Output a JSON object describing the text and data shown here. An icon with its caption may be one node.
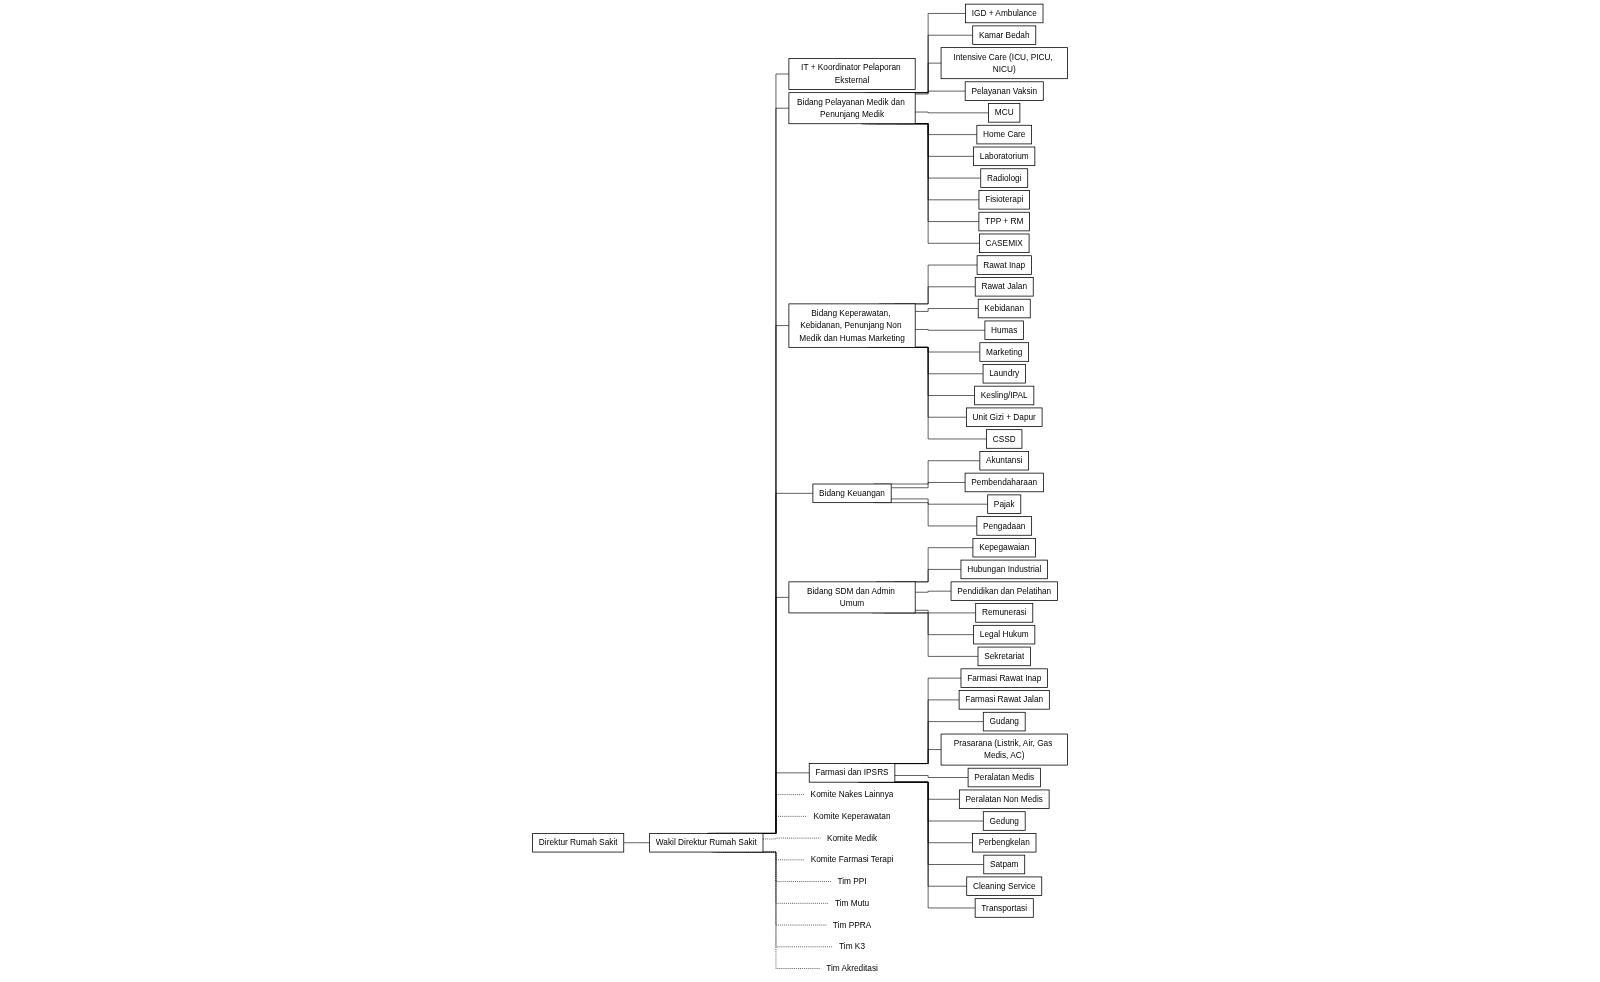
{
  "diagram": {
    "nodes": [
      {
        "text": [
          "Direktur Rumah Sakit"
        ]
      },
      {
        "text": [
          "Wakil Direktur Rumah Sakit"
        ]
      },
      {
        "text": [
          "IT + Koordinator Pelaporan Eksternal"
        ]
      },
      {
        "text": [
          "Bidang Pelayanan Medik dan Penunjang Medik"
        ]
      },
      {
        "text": [
          "Bidang Keperawatan, Kebidanan, Penunjang Non Medik dan Humas Marketing"
        ]
      },
      {
        "text": [
          "Bidang Keuangan"
        ]
      },
      {
        "text": [
          "Bidang SDM dan Admin Umum"
        ]
      },
      {
        "text": [
          "Farmasi dan IPSRS"
        ]
      },
      {
        "text": [
          "IGD + Ambulance"
        ]
      },
      {
        "text": [
          "Kamar Bedah"
        ]
      },
      {
        "text": [
          "Intensive Care (ICU, PICU, NICU)"
        ]
      },
      {
        "text": [
          "Pelayanan Vaksin"
        ]
      },
      {
        "text": [
          "MCU"
        ]
      },
      {
        "text": [
          "Home Care"
        ]
      },
      {
        "text": [
          "Laboratorium"
        ]
      },
      {
        "text": [
          "Radiologi"
        ]
      },
      {
        "text": [
          "Fisioterapi"
        ]
      },
      {
        "text": [
          "TPP + RM"
        ]
      },
      {
        "text": [
          "CASEMIX"
        ]
      },
      {
        "text": [
          "Rawat Inap"
        ]
      },
      {
        "text": [
          "Rawat Jalan"
        ]
      },
      {
        "text": [
          "Kebidanan"
        ]
      },
      {
        "text": [
          "Humas"
        ]
      },
      {
        "text": [
          "Marketing"
        ]
      },
      {
        "text": [
          "Laundry"
        ]
      },
      {
        "text": [
          "Kesling/IPAL"
        ]
      },
      {
        "text": [
          "Unit Gizi + Dapur"
        ]
      },
      {
        "text": [
          "CSSD"
        ]
      },
      {
        "text": [
          "Akuntansi"
        ]
      },
      {
        "text": [
          "Pembendaharaan"
        ]
      },
      {
        "text": [
          "Pajak"
        ]
      },
      {
        "text": [
          "Pengadaan"
        ]
      },
      {
        "text": [
          "Kepegawaian"
        ]
      },
      {
        "text": [
          "Hubungan Industrial"
        ]
      },
      {
        "text": [
          "Pendidikan dan Pelatihan"
        ]
      },
      {
        "text": [
          "Remunerasi"
        ]
      },
      {
        "text": [
          "Legal Hukum"
        ]
      },
      {
        "text": [
          "Sekretariat"
        ]
      },
      {
        "text": [
          "Farmasi Rawat Inap"
        ]
      },
      {
        "text": [
          "Farmasi Rawat Jalan"
        ]
      },
      {
        "text": [
          "Gudang"
        ]
      },
      {
        "text": [
          "Prasarana (Listrik, Air, Gas Medis, AC)"
        ]
      },
      {
        "text": [
          "Peralatan Medis"
        ]
      },
      {
        "text": [
          "Peralatan Non Medis"
        ]
      },
      {
        "text": [
          "Gedung"
        ]
      },
      {
        "text": [
          "Perbengkelan"
        ]
      },
      {
        "text": [
          "Satpam"
        ]
      },
      {
        "text": [
          "Cleaning Service"
        ]
      },
      {
        "text": [
          "Transportasi"
        ]
      },
      {
        "text": [
          "Komite Nakes Lainnya"
        ]
      },
      {
        "text": [
          "Komite Keperawatan"
        ]
      },
      {
        "text": [
          "Komite Medik"
        ]
      },
      {
        "text": [
          "Komite Farmasi Terapi"
        ]
      },
      {
        "text": [
          "Tim PPI"
        ]
      },
      {
        "text": [
          "Tim Mutu"
        ]
      },
      {
        "text": [
          "Tim PPRA"
        ]
      },
      {
        "text": [
          "Tim K3"
        ]
      },
      {
        "text": [
          "Tim Akreditasi"
        ]
      }
    ],
    "edges": [
      {
        "from": 0,
        "to": 1,
        "arrow": "none"
      },
      {
        "from": 1,
        "to": 2,
        "arrow": "none"
      },
      {
        "from": 1,
        "to": 3,
        "arrow": "none"
      },
      {
        "from": 1,
        "to": 4,
        "arrow": "none"
      },
      {
        "from": 1,
        "to": 5,
        "arrow": "none"
      },
      {
        "from": 1,
        "to": 6,
        "arrow": "none"
      },
      {
        "from": 1,
        "to": 7,
        "arrow": "none"
      },
      {
        "from": 3,
        "to": 8,
        "arrow": "none"
      },
      {
        "from": 3,
        "to": 9,
        "arrow": "none"
      },
      {
        "from": 3,
        "to": 10,
        "arrow": "none"
      },
      {
        "from": 3,
        "to": 11,
        "arrow": "none"
      },
      {
        "from": 3,
        "to": 12,
        "arrow": "none"
      },
      {
        "from": 3,
        "to": 13,
        "arrow": "none"
      },
      {
        "from": 3,
        "to": 14,
        "arrow": "none"
      },
      {
        "from": 3,
        "to": 15,
        "arrow": "none"
      },
      {
        "from": 3,
        "to": 16,
        "arrow": "none"
      },
      {
        "from": 3,
        "to": 17,
        "arrow": "none"
      },
      {
        "from": 3,
        "to": 18,
        "arrow": "none"
      },
      {
        "from": 4,
        "to": 19,
        "arrow": "none"
      },
      {
        "from": 4,
        "to": 20,
        "arrow": "none"
      },
      {
        "from": 4,
        "to": 21,
        "arrow": "none"
      },
      {
        "from": 4,
        "to": 22,
        "arrow": "none"
      },
      {
        "from": 4,
        "to": 23,
        "arrow": "none"
      },
      {
        "from": 4,
        "to": 24,
        "arrow": "none"
      },
      {
        "from": 4,
        "to": 25,
        "arrow": "none"
      },
      {
        "from": 4,
        "to": 26,
        "arrow": "none"
      },
      {
        "from": 4,
        "to": 27,
        "arrow": "none"
      },
      {
        "from": 5,
        "to": 28,
        "arrow": "none"
      },
      {
        "from": 5,
        "to": 29,
        "arrow": "none"
      },
      {
        "from": 5,
        "to": 30,
        "arrow": "none"
      },
      {
        "from": 5,
        "to": 31,
        "arrow": "none"
      },
      {
        "from": 6,
        "to": 32,
        "arrow": "none"
      },
      {
        "from": 6,
        "to": 33,
        "arrow": "none"
      },
      {
        "from": 6,
        "to": 34,
        "arrow": "none"
      },
      {
        "from": 6,
        "to": 35,
        "arrow": "none"
      },
      {
        "from": 6,
        "to": 36,
        "arrow": "none"
      },
      {
        "from": 6,
        "to": 37,
        "arrow": "none"
      },
      {
        "from": 7,
        "to": 38,
        "arrow": "none"
      },
      {
        "from": 7,
        "to": 39,
        "arrow": "none"
      },
      {
        "from": 7,
        "to": 40,
        "arrow": "none"
      },
      {
        "from": 7,
        "to": 41,
        "arrow": "none"
      },
      {
        "from": 7,
        "to": 42,
        "arrow": "none"
      },
      {
        "from": 7,
        "to": 43,
        "arrow": "none"
      },
      {
        "from": 7,
        "to": 44,
        "arrow": "none"
      },
      {
        "from": 7,
        "to": 45,
        "arrow": "none"
      },
      {
        "from": 7,
        "to": 46,
        "arrow": "none"
      },
      {
        "from": 7,
        "to": 47,
        "arrow": "none"
      },
      {
        "from": 7,
        "to": 48,
        "arrow": "none"
      },
      {
        "from": 1,
        "to": 49,
        "arrow": "none",
        "style": "dashed"
      },
      {
        "from": 1,
        "to": 50,
        "arrow": "none",
        "style": "dashed"
      },
      {
        "from": 1,
        "to": 51,
        "arrow": "none",
        "style": "dashed"
      },
      {
        "from": 1,
        "to": 52,
        "arrow": "none",
        "style": "dashed"
      },
      {
        "from": 1,
        "to": 53,
        "arrow": "none",
        "style": "dashed"
      },
      {
        "from": 1,
        "to": 54,
        "arrow": "none",
        "style": "dashed"
      },
      {
        "from": 1,
        "to": 55,
        "arrow": "none",
        "style": "dashed"
      },
      {
        "from": 1,
        "to": 56,
        "arrow": "none",
        "style": "dashed"
      },
      {
        "from": 1,
        "to": 57,
        "arrow": "none",
        "style": "dashed"
      }
    ]
  }
}
